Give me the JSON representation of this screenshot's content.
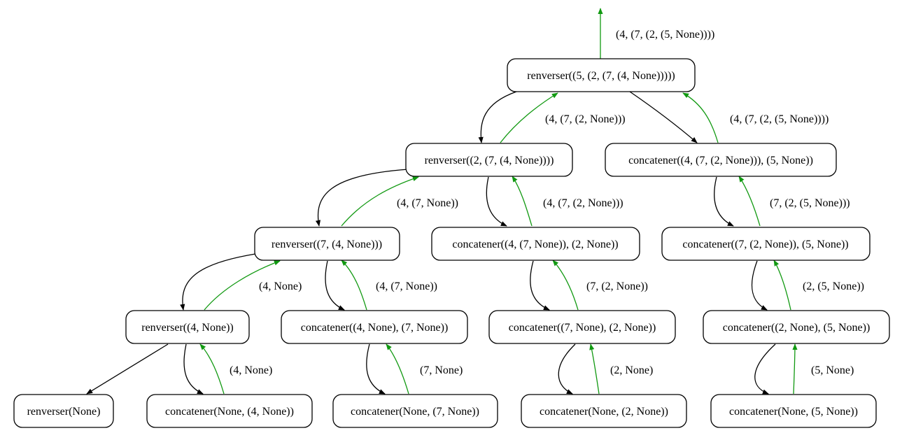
{
  "nodes": {
    "n0": "renverser((5, (2, (7, (4, None)))))",
    "n1": "renverser((2, (7, (4, None))))",
    "n2": "concatener((4, (7, (2, None))), (5, None))",
    "n3": "renverser((7, (4, None)))",
    "n4": "concatener((4, (7, None)), (2, None))",
    "n5": "concatener((7, (2, None)), (5, None))",
    "n6": "renverser((4, None))",
    "n7": "concatener((4, None), (7, None))",
    "n8": "concatener((7, None), (2, None))",
    "n9": "concatener((2, None), (5, None))",
    "n10": "renverser(None)",
    "n11": "concatener(None, (4, None))",
    "n12": "concatener(None, (7, None))",
    "n13": "concatener(None, (2, None))",
    "n14": "concatener(None, (5, None))"
  },
  "return_labels": {
    "r0": "(4, (7, (2, (5, None))))",
    "r1": "(4, (7, (2, None)))",
    "r2": "(4, (7, (2, (5, None))))",
    "r3": "(4, (7, None))",
    "r4": "(4, (7, (2, None)))",
    "r5": "(7, (2, (5, None)))",
    "r6": "(4, None)",
    "r7": "(4, (7, None))",
    "r8": "(7, (2, None))",
    "r9": "(2, (5, None))",
    "r11": "(4, None)",
    "r12": "(7, None)",
    "r13": "(2, None)",
    "r14": "(5, None)"
  },
  "colors": {
    "call_edge": "#000000",
    "return_edge": "#119911",
    "node_border": "#000000"
  }
}
